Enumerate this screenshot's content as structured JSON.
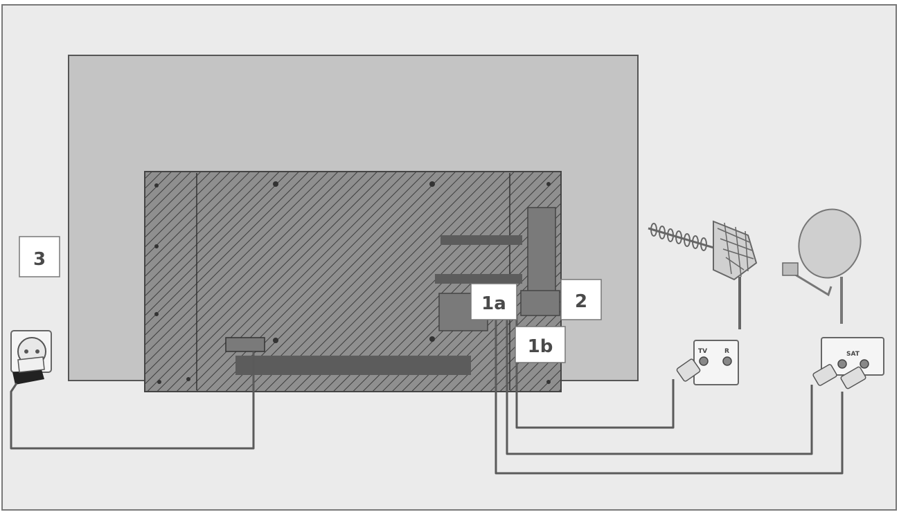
{
  "labels": {
    "power": "3",
    "connector_1a": "1a",
    "connector_1b": "1b",
    "connector_2": "2"
  },
  "wall_sockets": {
    "antenna_tv": "TV",
    "antenna_radio": "R",
    "satellite": "SAT"
  },
  "colors": {
    "background": "#ebebeb",
    "screen": "#c4c4c4",
    "back_panel": "#8c8c8c",
    "hatch": "#3a3a3a",
    "cable": "#5a5a5a",
    "label_fill": "#ffffff",
    "label_text": "#4a4a4a"
  }
}
